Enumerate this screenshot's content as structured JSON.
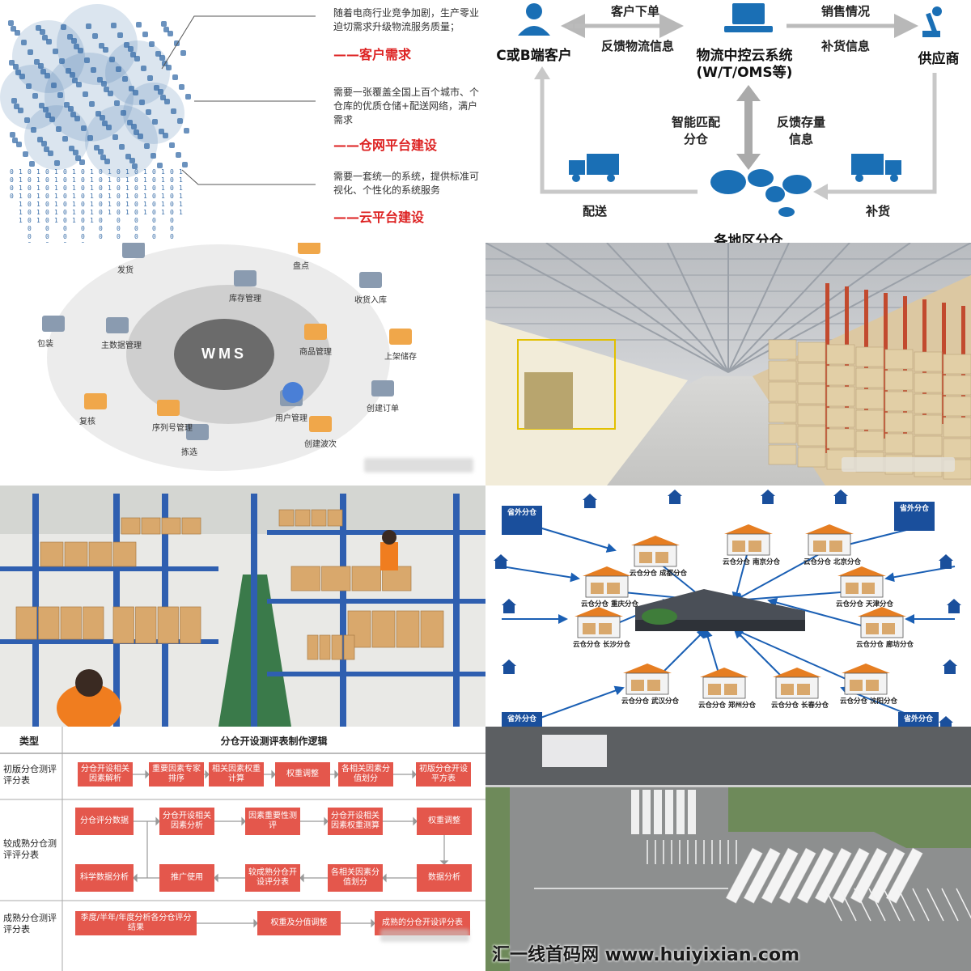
{
  "panel1": {
    "blocks": [
      {
        "text": "随着电商行业竞争加剧，生产零业迫切需求升级物流服务质量；",
        "title": "——客户需求"
      },
      {
        "text": "需要一张覆盖全国上百个城市、个仓库的优质仓储+配送网络，满户需求",
        "title": "——仓网平台建设"
      },
      {
        "text": "需要一套统一的系统，提供标准可视化、个性化的系统服务",
        "title": "——云平台建设"
      }
    ],
    "cloud_color": "#3a6ea8"
  },
  "panel2": {
    "customer": "C或B端客户",
    "system_line1": "物流中控云系统",
    "system_line2": "(W/T/OMS等)",
    "supplier": "供应商",
    "order": "客户下单",
    "feedback_logistics": "反馈物流信息",
    "sales": "销售情况",
    "restock_info": "补货信息",
    "smart_match": "智能匹配\n分仓",
    "feedback_stock": "反馈存量\n信息",
    "delivery": "配送",
    "restock": "补货",
    "regional": "各地区分仓",
    "accent": "#1a6fb5"
  },
  "panel3": {
    "center": "WMS",
    "inner": [
      "库存管理",
      "商品管理",
      "用户管理",
      "序列号管理",
      "主数据管理"
    ],
    "outer": [
      "发货",
      "盘点",
      "收货入库",
      "上架储存",
      "创建订单",
      "创建波次",
      "拣选",
      "复核",
      "包装"
    ]
  },
  "panel6": {
    "center_label": "",
    "outer_label": "省外分仓",
    "warehouses": [
      "云仓分仓 成都分仓",
      "云仓分仓 南京分仓",
      "云仓分仓 北京分仓",
      "云仓分仓 重庆分仓",
      "云仓分仓 天津分仓",
      "云仓分仓 长沙分仓",
      "云仓分仓 廊坊分仓",
      "云仓分仓 武汉分仓",
      "云仓分仓 郑州分仓",
      "云仓分仓 长春分仓",
      "云仓分仓 沈阳分仓"
    ],
    "arrow_color": "#1a5fb4"
  },
  "panel7": {
    "col_type": "类型",
    "col_title": "分仓开设测评表制作逻辑",
    "rows": [
      {
        "type": "初版分仓测评评分表",
        "boxes": [
          "分仓开设相关因素解析",
          "重要因素专家排序",
          "相关因素权重计算",
          "权重调整",
          "各相关因素分值划分",
          "初版分仓开设平方表"
        ]
      },
      {
        "type": "较成熟分仓测评评分表",
        "boxes_top": [
          "分仓评分数据",
          "分仓开设相关因素分析",
          "因素重要性测评",
          "分仓开设相关因素权重测算",
          "权重调整"
        ],
        "boxes_bottom": [
          "科学数据分析",
          "推广使用",
          "较成熟分仓开设评分表",
          "各相关因素分值划分",
          "数据分析"
        ]
      },
      {
        "type": "成熟分仓测评评分表",
        "boxes": [
          "季度/半年/年度分析各分仓评分结果",
          "权重及分值调整",
          "成熟的分仓开设评分表"
        ]
      }
    ],
    "box_color": "#e4574c"
  },
  "watermark": "汇一线首码网 www.huiyixian.com"
}
